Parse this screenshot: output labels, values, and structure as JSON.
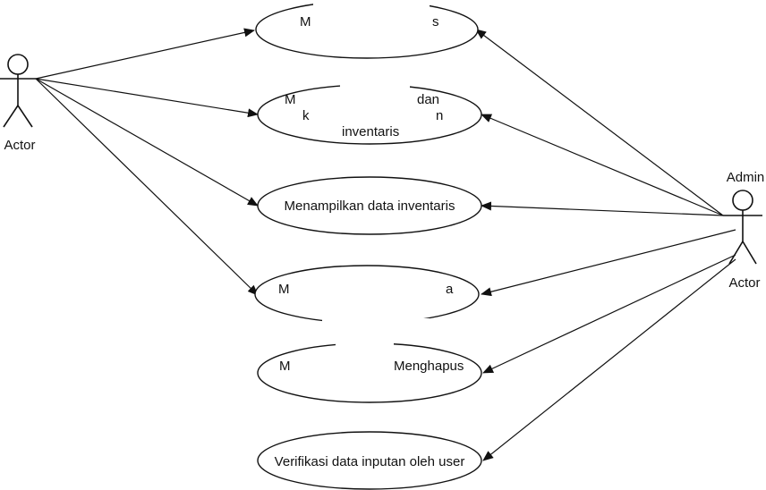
{
  "actors": {
    "left": {
      "label": "Actor"
    },
    "right": {
      "title": "Admin",
      "label": "Actor"
    }
  },
  "use_cases": [
    {
      "text_lines": [
        "M",
        "s"
      ]
    },
    {
      "text_lines": [
        "M",
        "dan",
        "k",
        "n",
        "inventaris"
      ]
    },
    {
      "text_lines": [
        "Menampilkan data inventaris"
      ]
    },
    {
      "text_lines": [
        "M",
        "a"
      ]
    },
    {
      "text_lines": [
        "M",
        "Menghapus"
      ]
    },
    {
      "text_lines": [
        "Verifikasi data inputan oleh user"
      ]
    }
  ],
  "colors": {
    "line": "#111111",
    "background": "#ffffff"
  }
}
